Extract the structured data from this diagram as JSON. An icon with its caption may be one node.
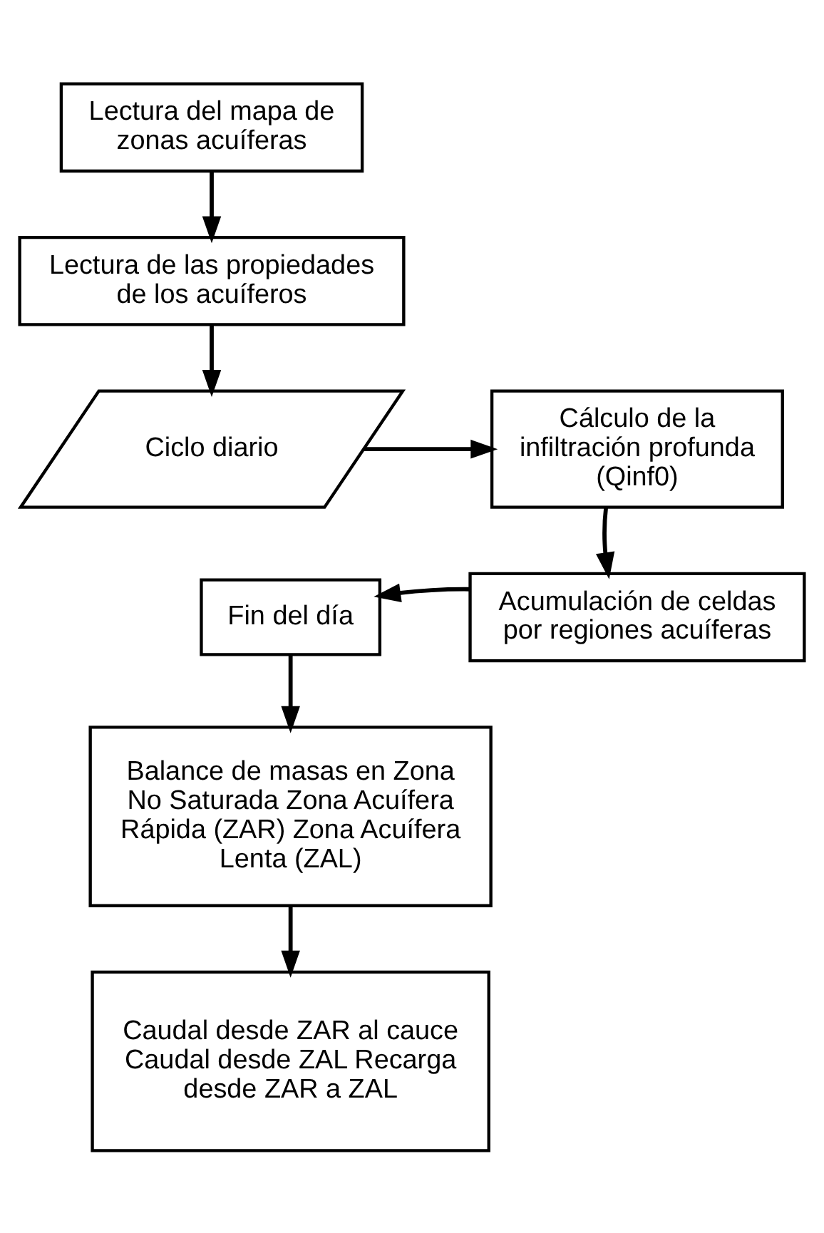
{
  "diagram": {
    "nodes": [
      {
        "text": [
          "Lectura del mapa de zonas acuíferas"
        ]
      },
      {
        "text": [
          "Lectura de las propiedades de los acuíferos"
        ]
      },
      {
        "text": [
          "Ciclo diario"
        ]
      },
      {
        "text": [
          "Cálculo de la infiltración profunda (Qinf0)"
        ]
      },
      {
        "text": [
          "Acumulación de celdas por regiones acuíferas"
        ]
      },
      {
        "text": [
          "Fin del día"
        ]
      },
      {
        "text": [
          "Balance de masas en Zona No Saturada Zona Acuífera Rápida (ZAR) Zona Acuífera Lenta (ZAL)"
        ]
      },
      {
        "text": [
          "Caudal desde ZAR al cauce Caudal desde ZAL Recarga desde ZAR a ZAL"
        ]
      }
    ],
    "edges": [
      {
        "from": 0,
        "to": 1,
        "arrow": "to"
      },
      {
        "from": 1,
        "to": 2,
        "arrow": "to"
      },
      {
        "from": 2,
        "to": 3,
        "arrow": "to"
      },
      {
        "from": 3,
        "to": 4,
        "arrow": "to"
      },
      {
        "from": 4,
        "to": 5,
        "arrow": "to"
      },
      {
        "from": 5,
        "to": 6,
        "arrow": "to"
      },
      {
        "from": 6,
        "to": 7,
        "arrow": "to"
      }
    ]
  }
}
